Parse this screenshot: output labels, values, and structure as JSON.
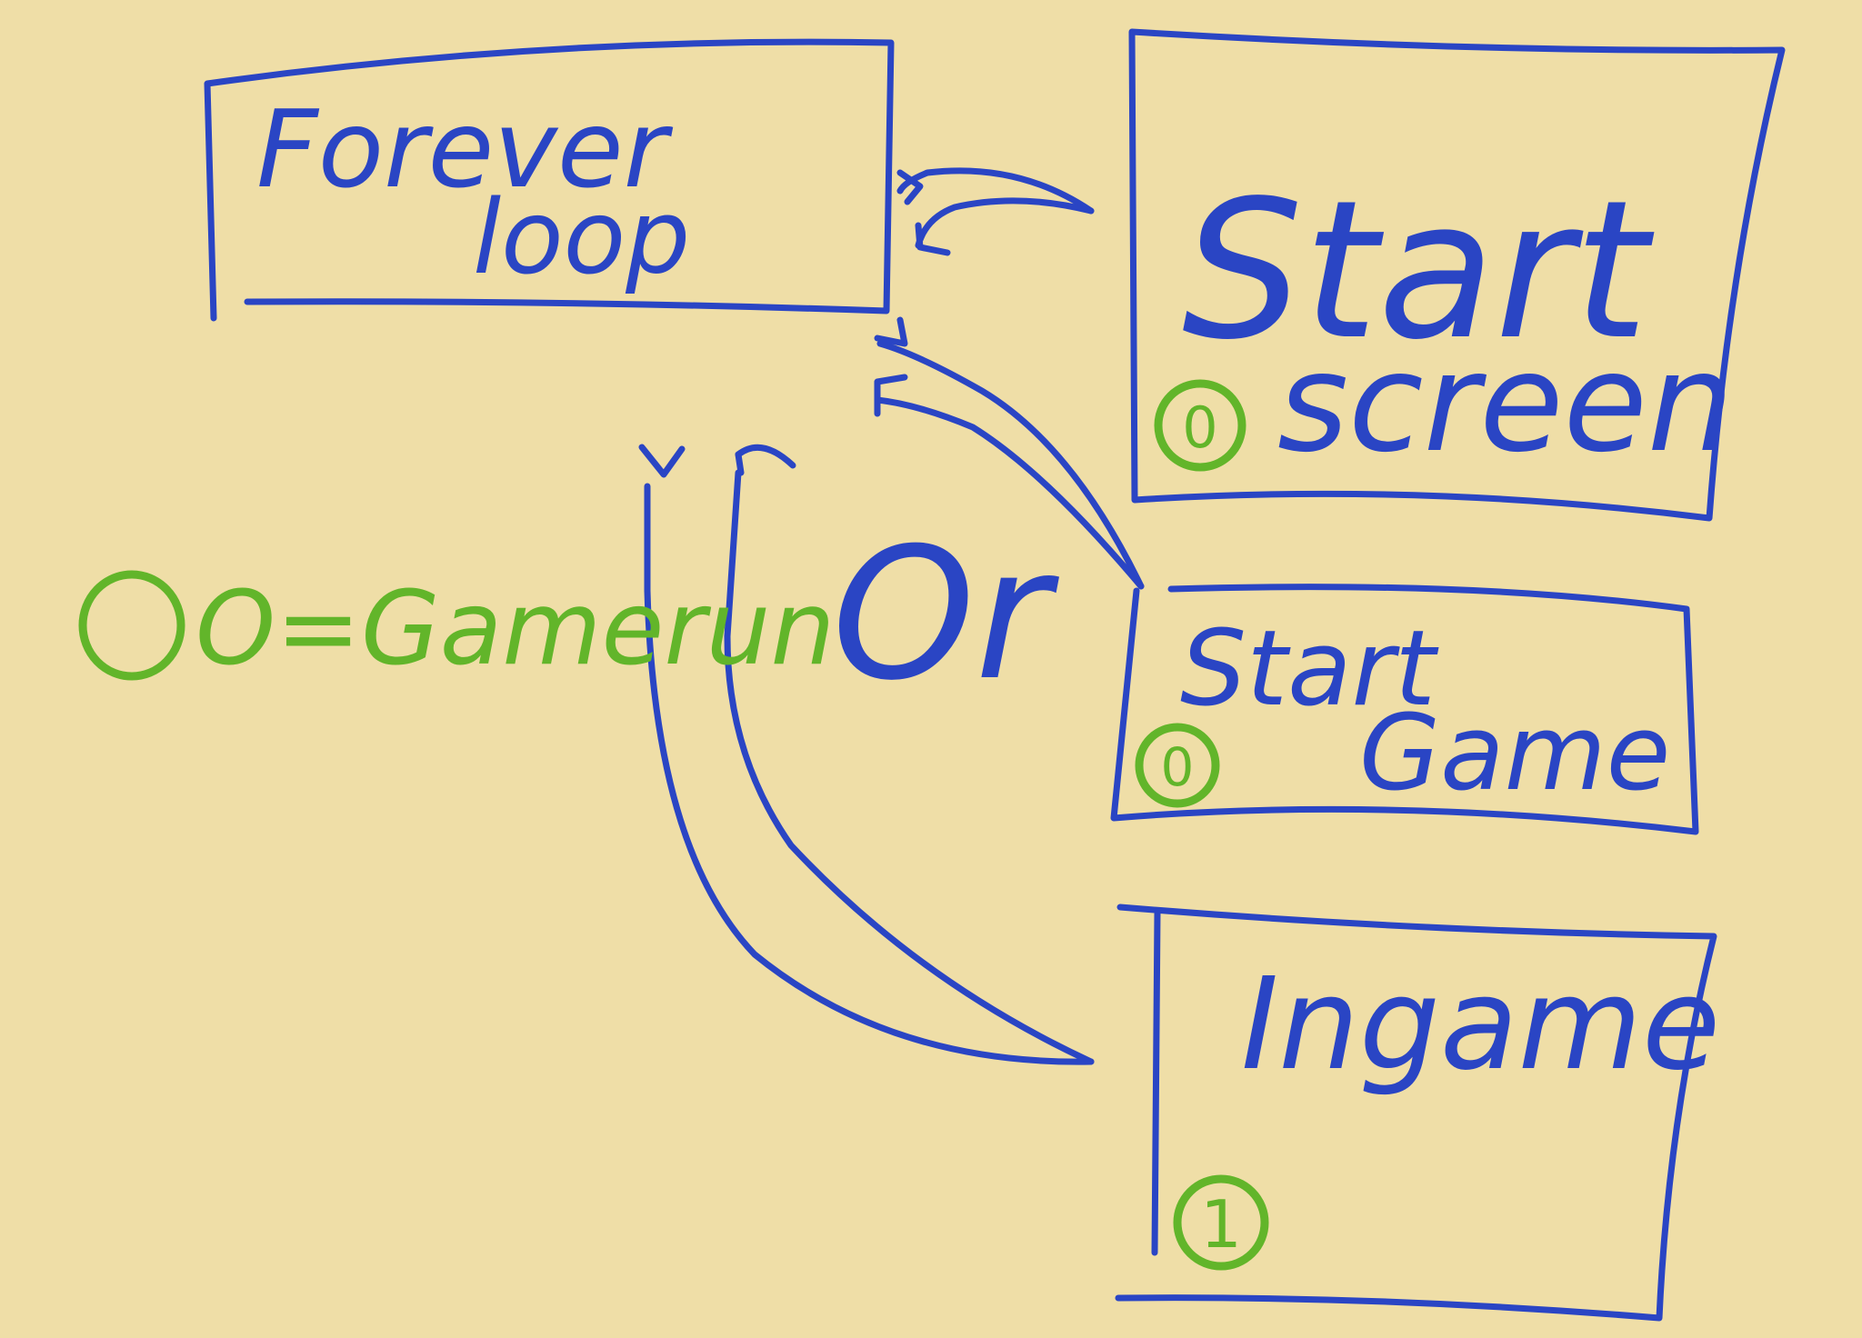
{
  "colors": {
    "background": "#efdea7",
    "ink_blue": "#2a45c4",
    "ink_green": "#62b52a"
  },
  "legend": {
    "symbol": "circle",
    "text": "O=Gamerun"
  },
  "boxes": {
    "forever_loop": {
      "line1": "Forever",
      "line2": "loop"
    },
    "start_screen": {
      "line1": "Start",
      "line2": "screen",
      "marker": "0"
    },
    "start_game": {
      "line1": "Start",
      "line2": "Game",
      "marker": "0"
    },
    "ingame": {
      "line1": "Ingame",
      "marker": "1"
    }
  },
  "connector_label": "Or"
}
